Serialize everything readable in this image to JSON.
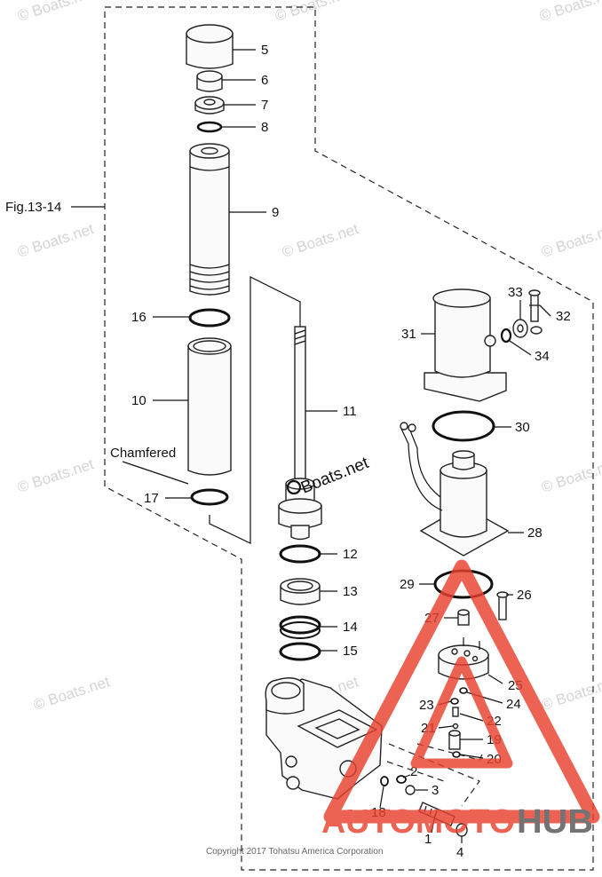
{
  "figure_ref": "Fig.13-14",
  "chamfered_note": "Chamfered",
  "copyright": "Copyright 2017 Tohatsu America Corporation",
  "watermark_text": "© Boats.net",
  "center_mark": "Boats.net",
  "logo": {
    "part1": "AUTOMOTO",
    "part2": "HUB",
    "red": "#e8402e",
    "gray": "#555555"
  },
  "labels": {
    "p1": "1",
    "p2": "2",
    "p3": "3",
    "p4": "4",
    "p5": "5",
    "p6": "6",
    "p7": "7",
    "p8": "8",
    "p9": "9",
    "p10": "10",
    "p11": "11",
    "p12": "12",
    "p13": "13",
    "p14": "14",
    "p15": "15",
    "p16": "16",
    "p17": "17",
    "p18": "18",
    "p19": "19",
    "p20": "20",
    "p21": "21",
    "p22": "22",
    "p23": "23",
    "p24": "24",
    "p25": "25",
    "p26": "26",
    "p27": "27",
    "p28": "28",
    "p29": "29",
    "p30": "30",
    "p31": "31",
    "p32": "32",
    "p33": "33",
    "p34": "34"
  }
}
